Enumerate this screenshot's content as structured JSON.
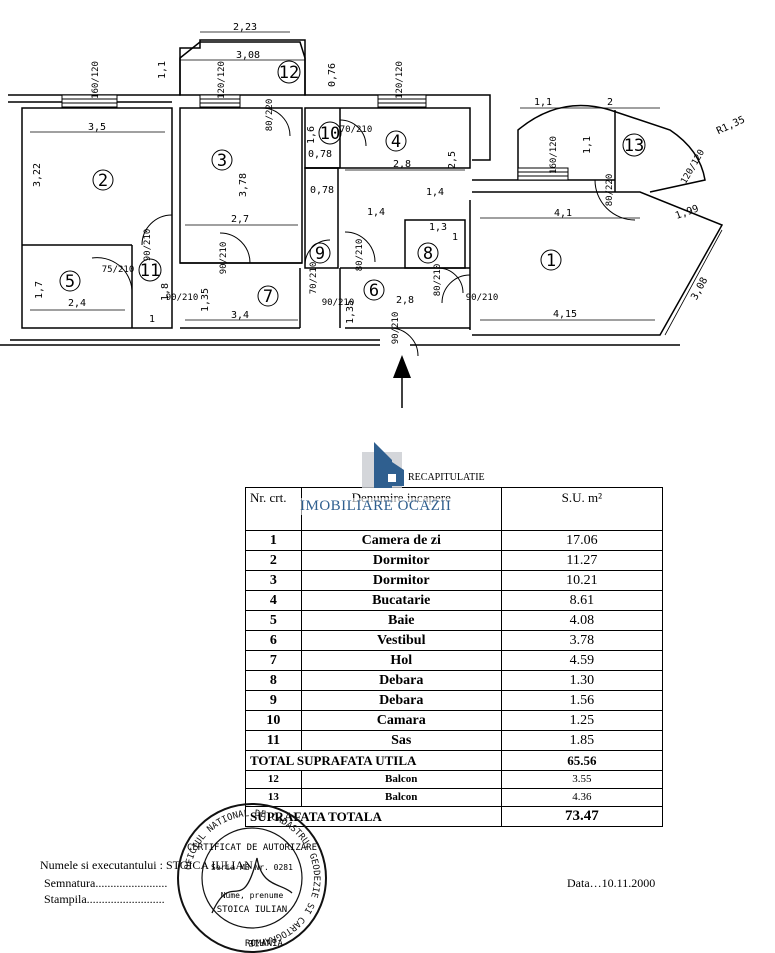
{
  "plan": {
    "rooms": [
      {
        "n": "1"
      },
      {
        "n": "2"
      },
      {
        "n": "3"
      },
      {
        "n": "4"
      },
      {
        "n": "5"
      },
      {
        "n": "6"
      },
      {
        "n": "7"
      },
      {
        "n": "8"
      },
      {
        "n": "9"
      },
      {
        "n": "10"
      },
      {
        "n": "11"
      },
      {
        "n": "12"
      },
      {
        "n": "13"
      }
    ],
    "dimensions": [
      "2,23",
      "3,08",
      "1,1",
      "0,76",
      "3,5",
      "3,22",
      "3,78",
      "2,7",
      "2,8",
      "2,5",
      "1,4",
      "1,4",
      "1,3",
      "1",
      "0,78",
      "1,6",
      "0,78",
      "1,7",
      "2,4",
      "1,8",
      "1,35",
      "3,4",
      "1",
      "1,35",
      "2,8",
      "4,1",
      "4,15",
      "1,1",
      "2",
      "1,1",
      "R1,35",
      "1,99",
      "3,08"
    ],
    "windows": [
      "160/120",
      "120/120",
      "120/120",
      "160/120",
      "120/120"
    ],
    "doors": [
      "80/220",
      "70/210",
      "90/210",
      "75/210",
      "90/210",
      "90/210",
      "70/210",
      "80/210",
      "80/210",
      "90/210",
      "90/210",
      "90/210",
      "80/220"
    ]
  },
  "logo": {
    "name": "IMOBILIARE OCAZII",
    "accent": "#2f5f8f"
  },
  "table": {
    "heading": "RECAPITULATIE",
    "col_no": "Nr. crt.",
    "col_name": "Denumire incapere",
    "col_area": "S.U. m²",
    "rows": [
      {
        "nr": "1",
        "name": "Camera de zi",
        "area": "17.06"
      },
      {
        "nr": "2",
        "name": "Dormitor",
        "area": "11.27"
      },
      {
        "nr": "3",
        "name": "Dormitor",
        "area": "10.21"
      },
      {
        "nr": "4",
        "name": "Bucatarie",
        "area": "8.61"
      },
      {
        "nr": "5",
        "name": "Baie",
        "area": "4.08"
      },
      {
        "nr": "6",
        "name": "Vestibul",
        "area": "3.78"
      },
      {
        "nr": "7",
        "name": "Hol",
        "area": "4.59"
      },
      {
        "nr": "8",
        "name": "Debara",
        "area": "1.30"
      },
      {
        "nr": "9",
        "name": "Debara",
        "area": "1.56"
      },
      {
        "nr": "10",
        "name": "Camara",
        "area": "1.25"
      },
      {
        "nr": "11",
        "name": "Sas",
        "area": "1.85"
      }
    ],
    "total_useful_label": "TOTAL SUPRAFATA UTILA",
    "total_useful": "65.56",
    "balcony_rows": [
      {
        "nr": "12",
        "name": "Balcon",
        "area": "3.55"
      },
      {
        "nr": "13",
        "name": "Balcon",
        "area": "4.36"
      }
    ],
    "total_label": "SUPRAFATA TOTALA",
    "total": "73.47"
  },
  "footer": {
    "executant": "Numele si executantului : STOICA IULIAN",
    "semnatura": "Semnatura........................",
    "stampila": "Stampila..........................",
    "data": "Data…10.11.2000"
  },
  "stamp": {
    "ring": "OFICIUL NATIONAL DE CADASTRU, GEODEZIE SI CARTOGRAFIE",
    "inner": "CERTIFICAT DE AUTORIZARE",
    "serie": "Seria MB Nr. 0281",
    "name_label": "Nume, prenume",
    "name": "STOICA IULIAN",
    "country": "ROMANIA"
  }
}
